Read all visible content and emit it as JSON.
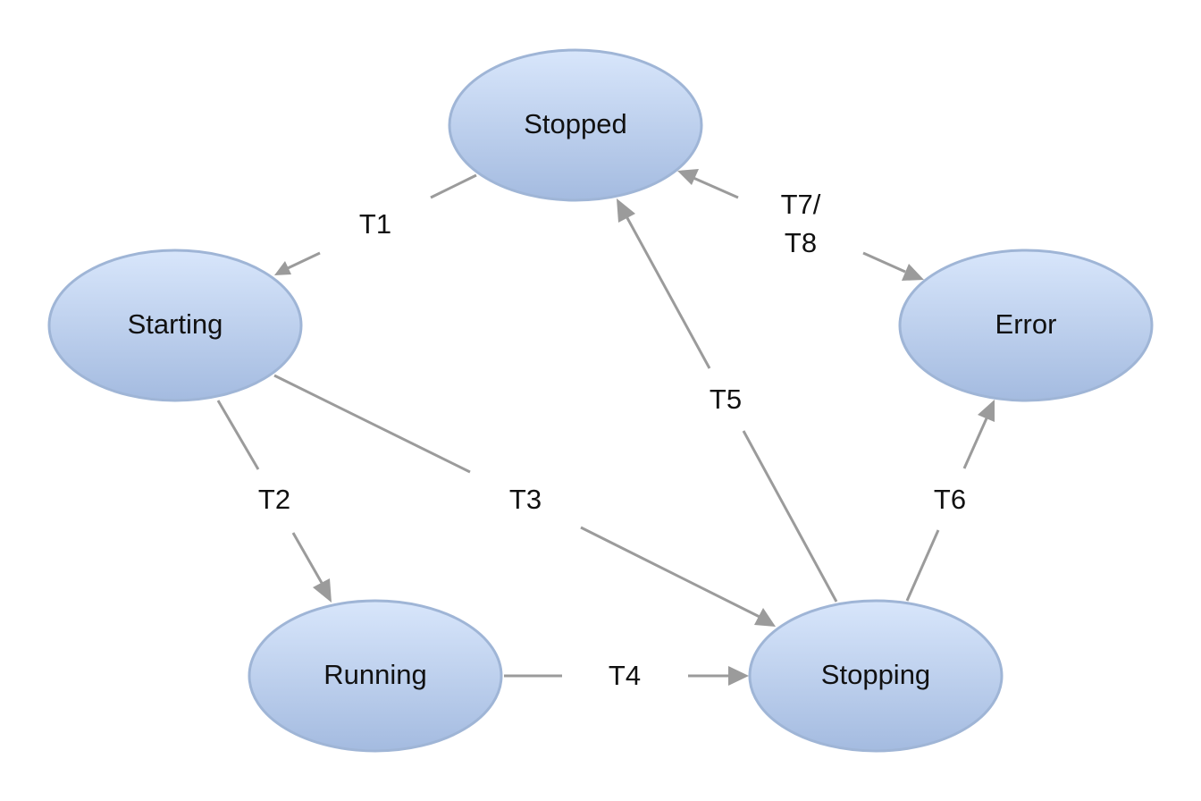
{
  "states": {
    "stopped": "Stopped",
    "starting": "Starting",
    "running": "Running",
    "stopping": "Stopping",
    "error": "Error"
  },
  "transitions": {
    "t1": "T1",
    "t2": "T2",
    "t3": "T3",
    "t4": "T4",
    "t5": "T5",
    "t6": "T6",
    "t7_line1": "T7/",
    "t7_line2": "T8"
  },
  "colors": {
    "node_fill_top": "#d8e6fb",
    "node_fill_bottom": "#a4bbe0",
    "node_stroke": "#9fb5d6",
    "edge": "#9b9b9b"
  }
}
